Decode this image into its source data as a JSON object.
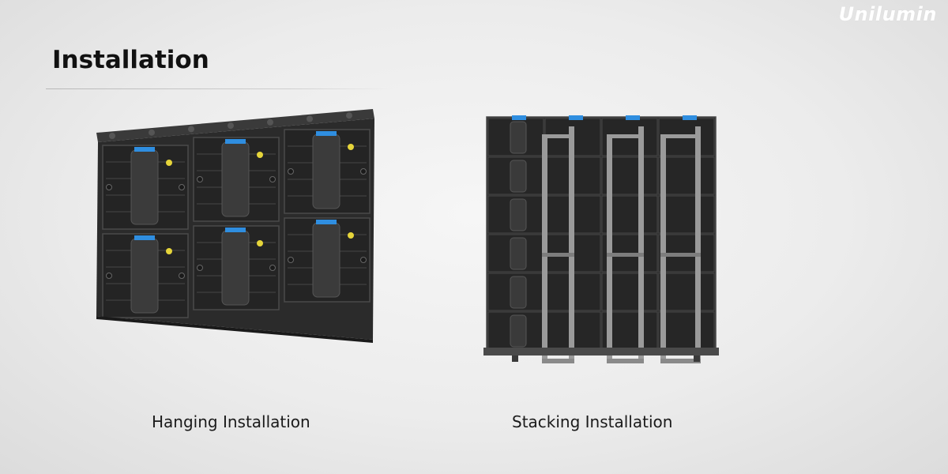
{
  "brand": {
    "logo_text": "Unilumin"
  },
  "slide": {
    "title": "Installation"
  },
  "panels": [
    {
      "caption": "Hanging Installation",
      "image": "led-cabinet-wall-hanging"
    },
    {
      "caption": "Stacking Installation",
      "image": "led-cabinet-wall-stacking"
    }
  ],
  "colors": {
    "cabinet": "#2b2b2b",
    "frame": "#9a9a9a",
    "connector_blue": "#2f8ee0",
    "connector_yellow": "#e6d53a"
  }
}
